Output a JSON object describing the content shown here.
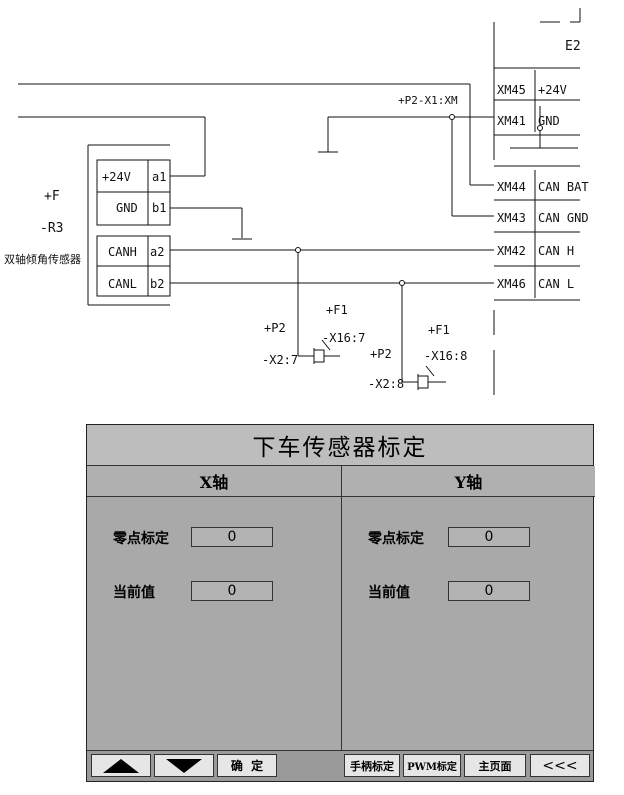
{
  "schematic": {
    "module_left": {
      "line1": "+F",
      "line2": "-R3",
      "name": "双轴倾角传感器"
    },
    "left_pins": [
      {
        "signal": "+24V",
        "pin": "a1"
      },
      {
        "signal": "GND",
        "pin": "b1"
      },
      {
        "signal": "CANH",
        "pin": "a2"
      },
      {
        "signal": "CANL",
        "pin": "b2"
      }
    ],
    "module_right": {
      "name": "E2"
    },
    "right_pins": [
      {
        "term": "XM45",
        "signal": "+24V"
      },
      {
        "term": "XM41",
        "signal": "GND"
      },
      {
        "term": "XM44",
        "signal": "CAN BAT"
      },
      {
        "term": "XM43",
        "signal": "CAN GND"
      },
      {
        "term": "XM42",
        "signal": "CAN H"
      },
      {
        "term": "XM46",
        "signal": "CAN L"
      }
    ],
    "wire_label": "+P2-X1:XM",
    "connectors": [
      {
        "plug": "+P2",
        "plug_pin": "-X2:7",
        "socket": "+F1",
        "socket_pin": "-X16:7"
      },
      {
        "plug": "+P2",
        "plug_pin": "-X2:8",
        "socket": "+F1",
        "socket_pin": "-X16:8"
      }
    ]
  },
  "hmi": {
    "title": "下车传感器标定",
    "x_axis": {
      "header": "X轴",
      "zero_label": "零点标定",
      "zero_value": "0",
      "current_label": "当前值",
      "current_value": "0"
    },
    "y_axis": {
      "header": "Y轴",
      "zero_label": "零点标定",
      "zero_value": "0",
      "current_label": "当前值",
      "current_value": "0"
    },
    "footer": {
      "confirm": "确  定",
      "handle_cal": "手柄标定",
      "pwm_cal": "PWM标定",
      "home": "主页面",
      "back": "<<<"
    }
  }
}
